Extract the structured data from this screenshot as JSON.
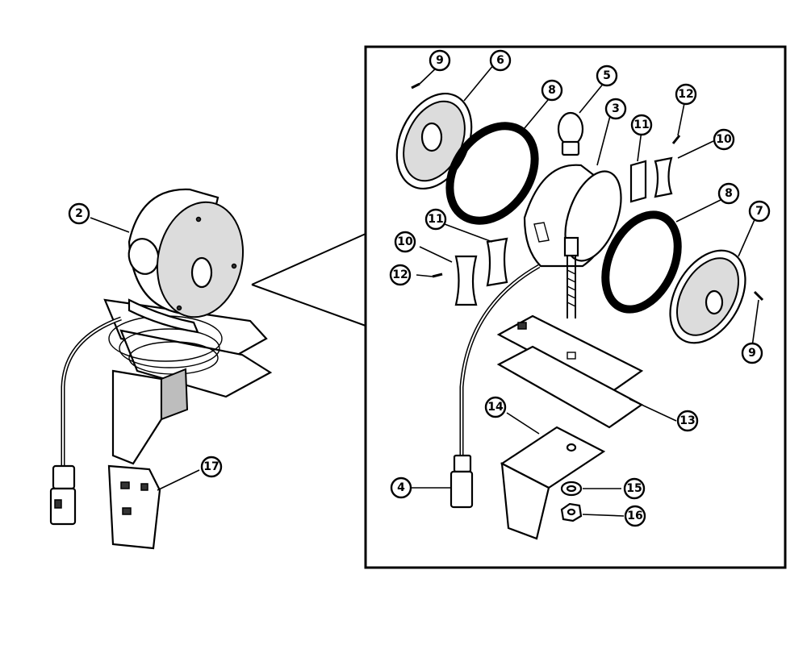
{
  "callouts": [
    {
      "id": "c2",
      "label": "2"
    },
    {
      "id": "c3",
      "label": "3"
    },
    {
      "id": "c4",
      "label": "4"
    },
    {
      "id": "c5",
      "label": "5"
    },
    {
      "id": "c6",
      "label": "6"
    },
    {
      "id": "c7",
      "label": "7"
    },
    {
      "id": "c8a",
      "label": "8"
    },
    {
      "id": "c8b",
      "label": "8"
    },
    {
      "id": "c9a",
      "label": "9"
    },
    {
      "id": "c9b",
      "label": "9"
    },
    {
      "id": "c10a",
      "label": "10"
    },
    {
      "id": "c10b",
      "label": "10"
    },
    {
      "id": "c11a",
      "label": "11"
    },
    {
      "id": "c11b",
      "label": "11"
    },
    {
      "id": "c12a",
      "label": "12"
    },
    {
      "id": "c12b",
      "label": "12"
    },
    {
      "id": "c13",
      "label": "13"
    },
    {
      "id": "c14",
      "label": "14"
    },
    {
      "id": "c15",
      "label": "15"
    },
    {
      "id": "c16",
      "label": "16"
    },
    {
      "id": "c17",
      "label": "17"
    }
  ]
}
